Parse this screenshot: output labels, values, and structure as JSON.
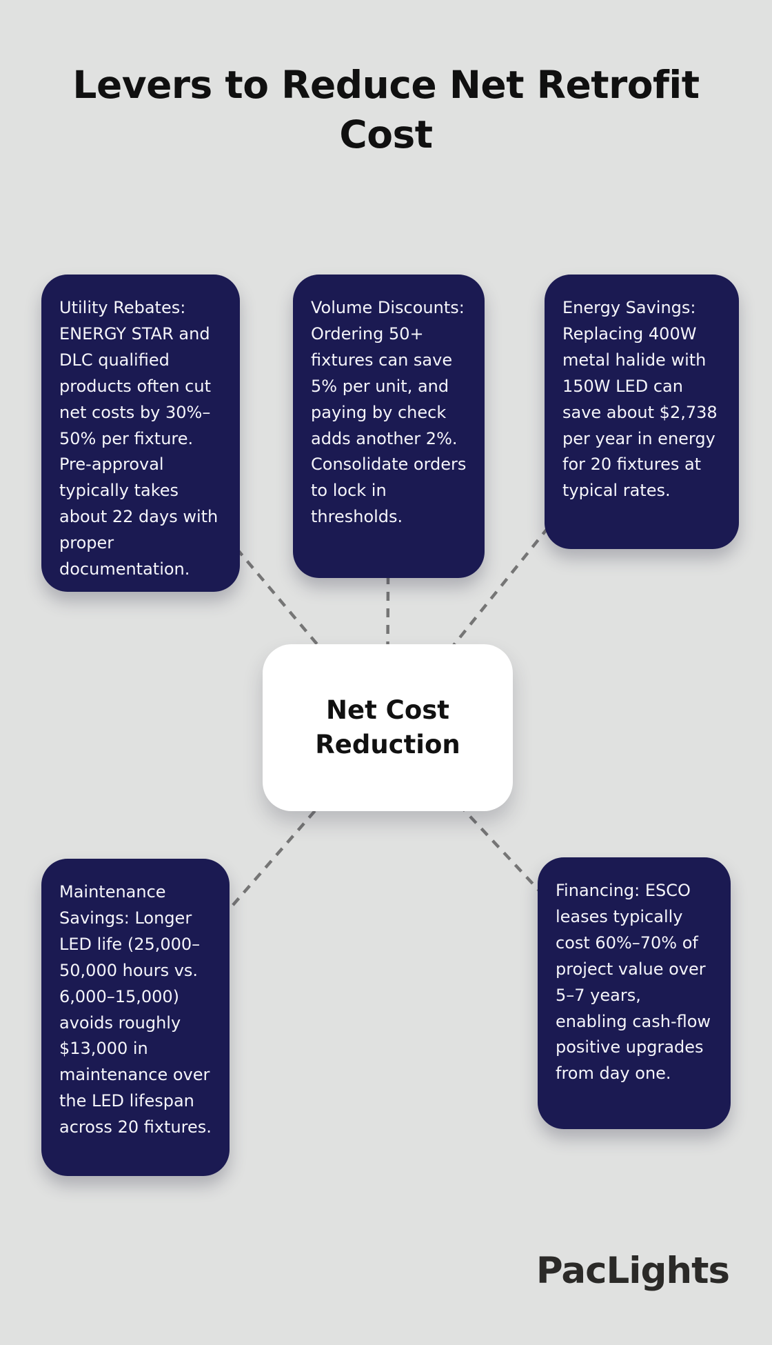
{
  "title": "Levers to Reduce Net Retrofit Cost",
  "center": {
    "label": "Net Cost Reduction"
  },
  "nodes": [
    {
      "id": "utility-rebates",
      "text": "Utility Rebates: ENERGY STAR and DLC qualified products often cut net costs by 30%–50% per fixture. Pre-approval typically takes about 22 days with proper documentation."
    },
    {
      "id": "volume-discounts",
      "text": "Volume Discounts: Ordering 50+ fixtures can save 5% per unit, and paying by check adds another 2%. Consolidate orders to lock in thresholds."
    },
    {
      "id": "energy-savings",
      "text": "Energy Savings: Replacing 400W metal halide with 150W LED can save about $2,738 per year in energy for 20 fixtures at typical rates."
    },
    {
      "id": "maintenance-savings",
      "text": "Maintenance Savings: Longer LED life (25,000–50,000 hours vs. 6,000–15,000) avoids roughly $13,000 in maintenance over the LED lifespan across 20 fixtures."
    },
    {
      "id": "financing",
      "text": "Financing: ESCO leases typically cost 60%–70% of project value over 5–7 years, enabling cash-flow positive upgrades from day one."
    }
  ],
  "logo": "PacLights",
  "colors": {
    "background": "#e0e1e0",
    "node_background": "#1b1a52",
    "node_text": "#f5f5fa",
    "center_background": "#ffffff",
    "center_text": "#111111",
    "connector": "#757575",
    "title": "#101010",
    "logo": "#2b2a28"
  }
}
